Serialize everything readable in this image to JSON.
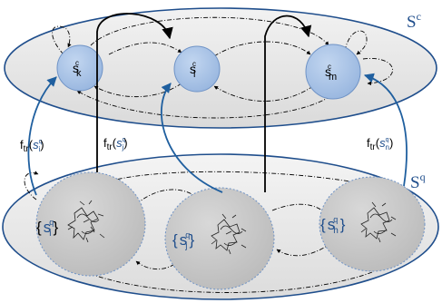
{
  "colors": {
    "set_fill": "#e6e6e6",
    "set_stroke": "#1f4e8c",
    "state_fill": "#a9c3e6",
    "state_stroke": "#6f93c6",
    "cluster_fill": "#c8c8c8",
    "arrow_blue": "#1f5f9f",
    "arrow_black": "#000000"
  },
  "sets": {
    "concrete": {
      "base": "S",
      "sup": "c"
    },
    "quantized": {
      "base": "S",
      "sup": "q"
    }
  },
  "concrete_states": [
    {
      "base": "s",
      "sup": "c",
      "sub": "k"
    },
    {
      "base": "s",
      "sup": "c",
      "sub": "l"
    },
    {
      "base": "s",
      "sup": "c",
      "sub": "m"
    }
  ],
  "quantized_clusters": [
    {
      "open": "{",
      "base": "s",
      "sup": "q",
      "sub": "i",
      "close": "}"
    },
    {
      "open": "{",
      "base": "s",
      "sup": "q",
      "sub": "j",
      "close": "}"
    },
    {
      "open": "{",
      "base": "s",
      "sup": "q",
      "sub": "h",
      "close": "}"
    }
  ],
  "mappings": [
    {
      "fn": "f",
      "fn_sub": "tr",
      "open": "(",
      "base": "s",
      "sup": "q",
      "sub": "i",
      "close": ")"
    },
    {
      "fn": "f",
      "fn_sub": "tr",
      "open": "(",
      "base": "s",
      "sup": "q",
      "sub": "j",
      "close": ")"
    },
    {
      "fn": "f",
      "fn_sub": "tr",
      "open": "(",
      "base": "s",
      "sup": "q",
      "sub": "n",
      "close": ")"
    }
  ]
}
